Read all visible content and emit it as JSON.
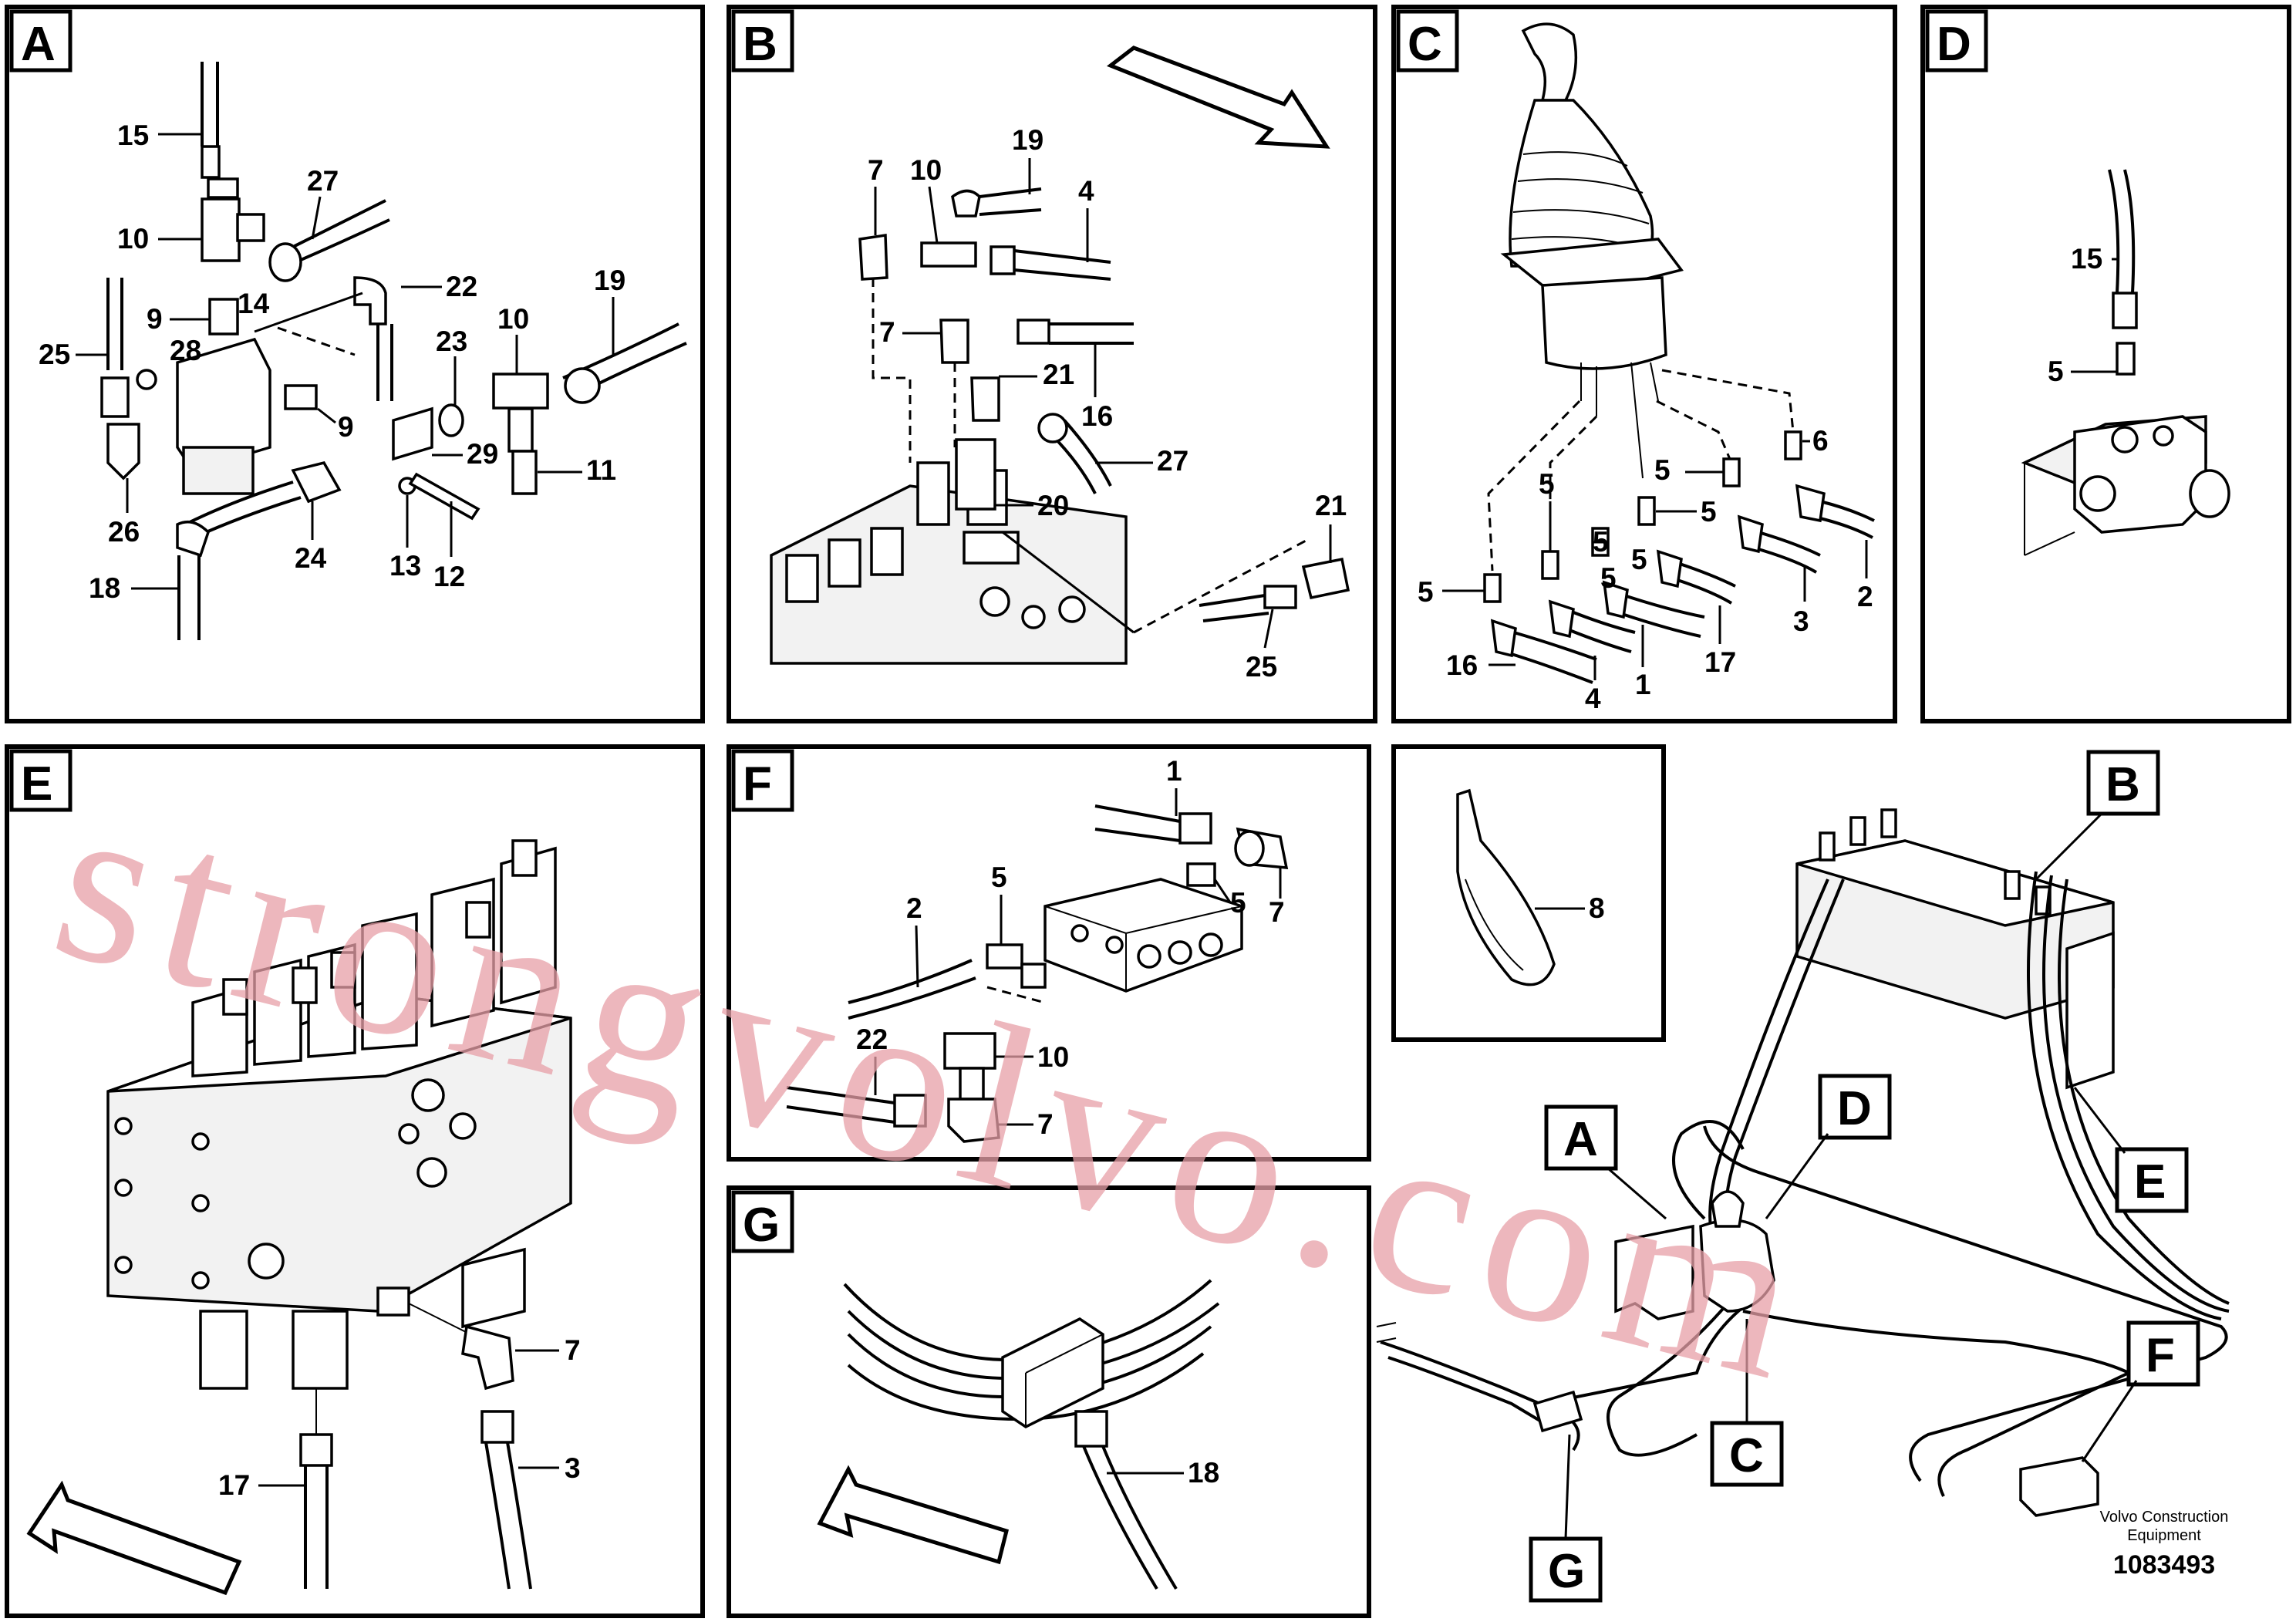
{
  "panels": {
    "A": {
      "tag": "A",
      "labels": [
        "15",
        "27",
        "10",
        "22",
        "19",
        "9",
        "14",
        "28",
        "25",
        "23",
        "10",
        "9",
        "29",
        "11",
        "26",
        "24",
        "13",
        "12",
        "18"
      ]
    },
    "B": {
      "tag": "B",
      "labels": [
        "19",
        "7",
        "10",
        "4",
        "7",
        "21",
        "16",
        "27",
        "20",
        "21",
        "25"
      ]
    },
    "C": {
      "tag": "C",
      "labels": [
        "6",
        "5",
        "5",
        "5",
        "5",
        "5",
        "5",
        "5",
        "2",
        "3",
        "17",
        "1",
        "4",
        "16"
      ]
    },
    "D": {
      "tag": "D",
      "labels": [
        "15",
        "5"
      ]
    },
    "E": {
      "tag": "E",
      "labels": [
        "7",
        "3",
        "17"
      ]
    },
    "F": {
      "tag": "F",
      "labels": [
        "1",
        "5",
        "2",
        "5",
        "7",
        "10",
        "22",
        "7"
      ]
    },
    "G": {
      "tag": "G",
      "labels": [
        "18"
      ]
    },
    "H": {
      "labels": [
        "8"
      ]
    }
  },
  "overview": {
    "tags": [
      "B",
      "A",
      "D",
      "E",
      "F",
      "C",
      "G"
    ]
  },
  "watermark": "strongvolvo.com",
  "footer": {
    "company_line1": "Volvo Construction",
    "company_line2": "Equipment",
    "drawing_number": "1083493"
  }
}
